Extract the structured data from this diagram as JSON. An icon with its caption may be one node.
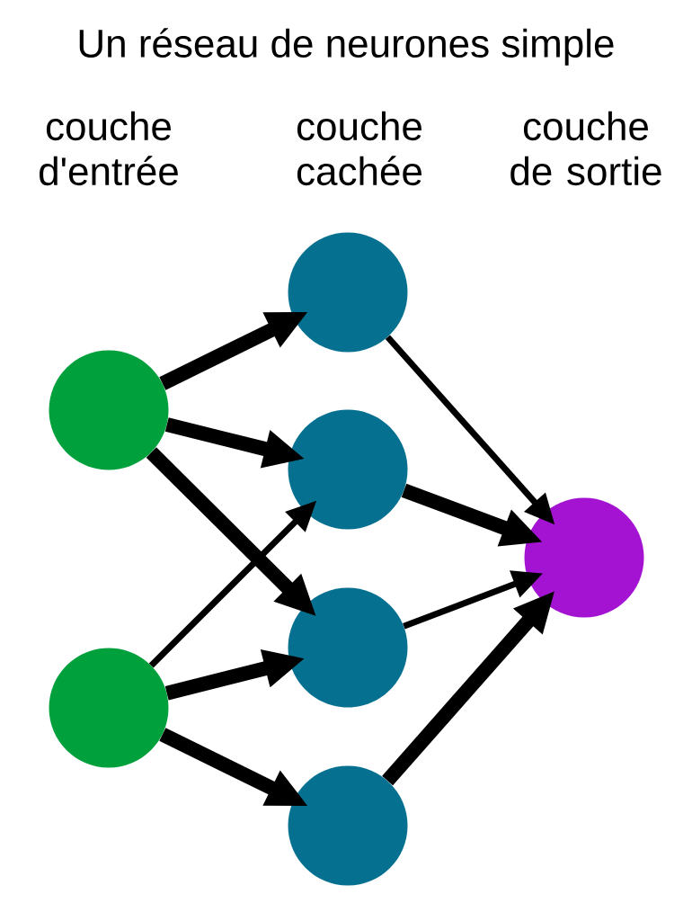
{
  "diagram": {
    "title": "Un réseau de neurones simple",
    "nodes": [
      {
        "text": [],
        "shape": "circle"
      },
      {
        "text": [],
        "shape": "circle"
      },
      {
        "text": [],
        "shape": "circle"
      },
      {
        "text": [],
        "shape": "circle"
      },
      {
        "text": [],
        "shape": "circle"
      },
      {
        "text": [],
        "shape": "circle"
      },
      {
        "text": [],
        "shape": "circle"
      }
    ],
    "edges": [
      {
        "from": 0,
        "to": 2,
        "arrow": "to"
      },
      {
        "from": 0,
        "to": 3,
        "arrow": "to"
      },
      {
        "from": 0,
        "to": 4,
        "arrow": "to"
      },
      {
        "from": 1,
        "to": 3,
        "arrow": "to"
      },
      {
        "from": 1,
        "to": 4,
        "arrow": "to"
      },
      {
        "from": 1,
        "to": 5,
        "arrow": "to"
      },
      {
        "from": 2,
        "to": 6,
        "arrow": "to"
      },
      {
        "from": 3,
        "to": 6,
        "arrow": "to"
      },
      {
        "from": 4,
        "to": 6,
        "arrow": "to"
      },
      {
        "from": 5,
        "to": 6,
        "arrow": "to"
      }
    ],
    "labels": [
      "couche d'entrée",
      "couche cachée",
      "couche de sortie"
    ]
  }
}
